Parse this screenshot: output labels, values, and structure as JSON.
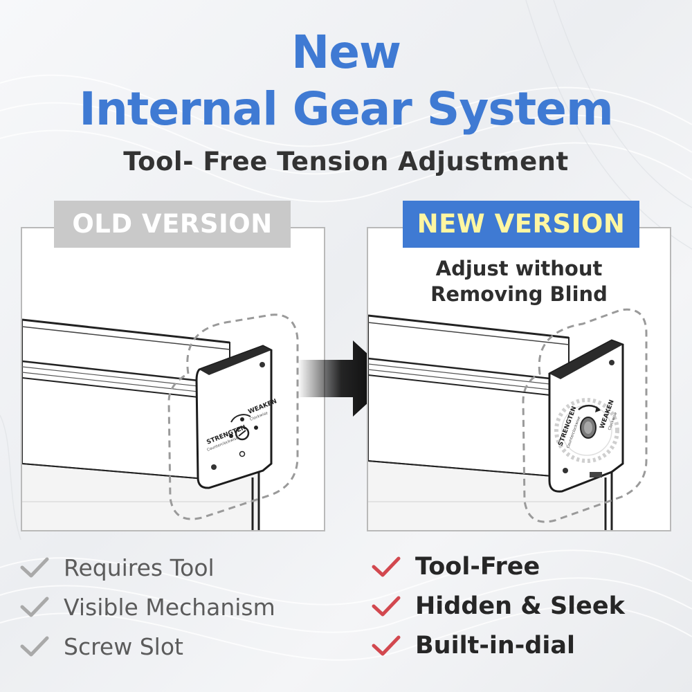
{
  "title": {
    "line1": "New",
    "line2": "Internal Gear System"
  },
  "subtitle": "Tool- Free Tension Adjustment",
  "old_version": {
    "badge": "OLD VERSION",
    "mechanism_labels": {
      "strengthen": "STRENGTEN",
      "strengthen_sub": "Counterclockwise",
      "weaken": "WEAKEN",
      "weaken_sub": "Clockwise"
    },
    "features": [
      "Requires Tool",
      "Visible Mechanism",
      "Screw Slot"
    ]
  },
  "new_version": {
    "badge": "NEW VERSION",
    "note_line1": "Adjust without",
    "note_line2": "Removing Blind",
    "mechanism_labels": {
      "strengthen": "STRENGTEN",
      "strengthen_sub": "Counterclockwise",
      "weaken": "WEAKEN",
      "weaken_sub": "Clockwise"
    },
    "features": [
      "Tool-Free",
      "Hidden & Sleek",
      "Built-in-dial"
    ]
  },
  "colors": {
    "title_blue": "#3f7ad3",
    "badge_old_bg": "#c9c9c9",
    "badge_new_bg": "#3f7ad3",
    "badge_new_text": "#fff6a1",
    "check_old": "#a9a9a9",
    "check_new": "#d2484f"
  },
  "icons": {
    "old_check": "check-icon",
    "new_check": "check-icon",
    "transition": "arrow-right-icon"
  }
}
